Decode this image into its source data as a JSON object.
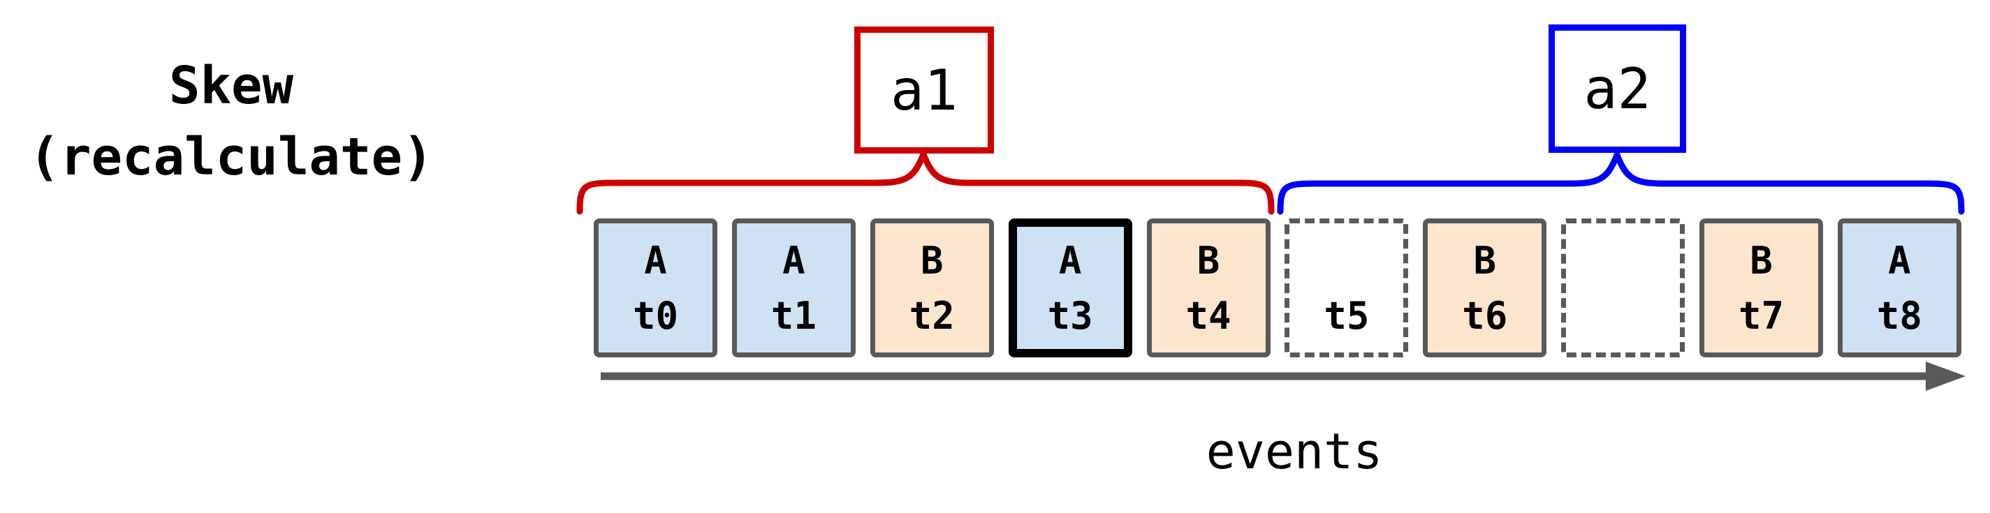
{
  "title": {
    "line1": "Skew",
    "line2": "(recalculate)"
  },
  "windows": [
    {
      "label": "a1",
      "color": "#cc0000"
    },
    {
      "label": "a2",
      "color": "#0000ff"
    }
  ],
  "events": [
    {
      "type": "A",
      "time": "t0",
      "style": "solid"
    },
    {
      "type": "A",
      "time": "t1",
      "style": "solid"
    },
    {
      "type": "B",
      "time": "t2",
      "style": "solid"
    },
    {
      "type": "A",
      "time": "t3",
      "style": "highlight"
    },
    {
      "type": "B",
      "time": "t4",
      "style": "solid"
    },
    {
      "type": "",
      "time": "t5",
      "style": "dashed"
    },
    {
      "type": "B",
      "time": "t6",
      "style": "solid"
    },
    {
      "type": "",
      "time": "",
      "style": "dashed"
    },
    {
      "type": "B",
      "time": "t7",
      "style": "solid"
    },
    {
      "type": "A",
      "time": "t8",
      "style": "solid"
    }
  ],
  "axis": {
    "label": "events",
    "arrow_direction": "right"
  },
  "colors": {
    "window1": "#cc0000",
    "window2": "#0000ff",
    "boxBorder": "#595959",
    "eventAFill": "#cfe2f3",
    "eventBFill": "#fce5cd",
    "highlightBorder": "#000000",
    "arrow": "#595959",
    "text": "#000000",
    "background": "#ffffff"
  }
}
